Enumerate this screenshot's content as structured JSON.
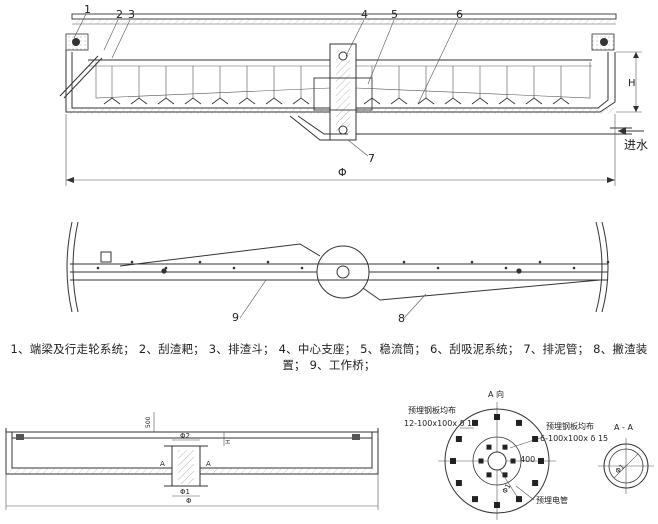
{
  "top_view": {
    "callouts": [
      "1",
      "2",
      "3",
      "4",
      "5",
      "6",
      "7"
    ],
    "dim_h": "H",
    "dim_phi": "Φ",
    "inlet": "进水"
  },
  "plan_view": {
    "callouts": [
      "9",
      "8"
    ]
  },
  "caption": "1、端梁及行走轮系统；  2、刮渣耙；  3、排渣斗；  4、中心支座；  5、稳流筒；  6、刮吸泥系统；  7、排泥管；  8、撇渣装置；  9、工作桥；",
  "bottom_section": {
    "dim_top": "500",
    "dim_side": "H",
    "phi2": "Φ2",
    "phi1": "Φ1",
    "phi": "Φ",
    "a_left": "A",
    "a_right": "A"
  },
  "a_view": {
    "title": "A 向",
    "label_outer": "预埋钢板均布",
    "spec_outer": "12-100x100x  δ  15",
    "label_inner": "预埋钢板均布",
    "spec_inner": "6-100x100x  δ  15",
    "dim_400": "400",
    "dim_phi1": "Φ1",
    "label_pipe": "预埋电管"
  },
  "aa_view": {
    "title": "A - A",
    "dim": "Φ1"
  }
}
